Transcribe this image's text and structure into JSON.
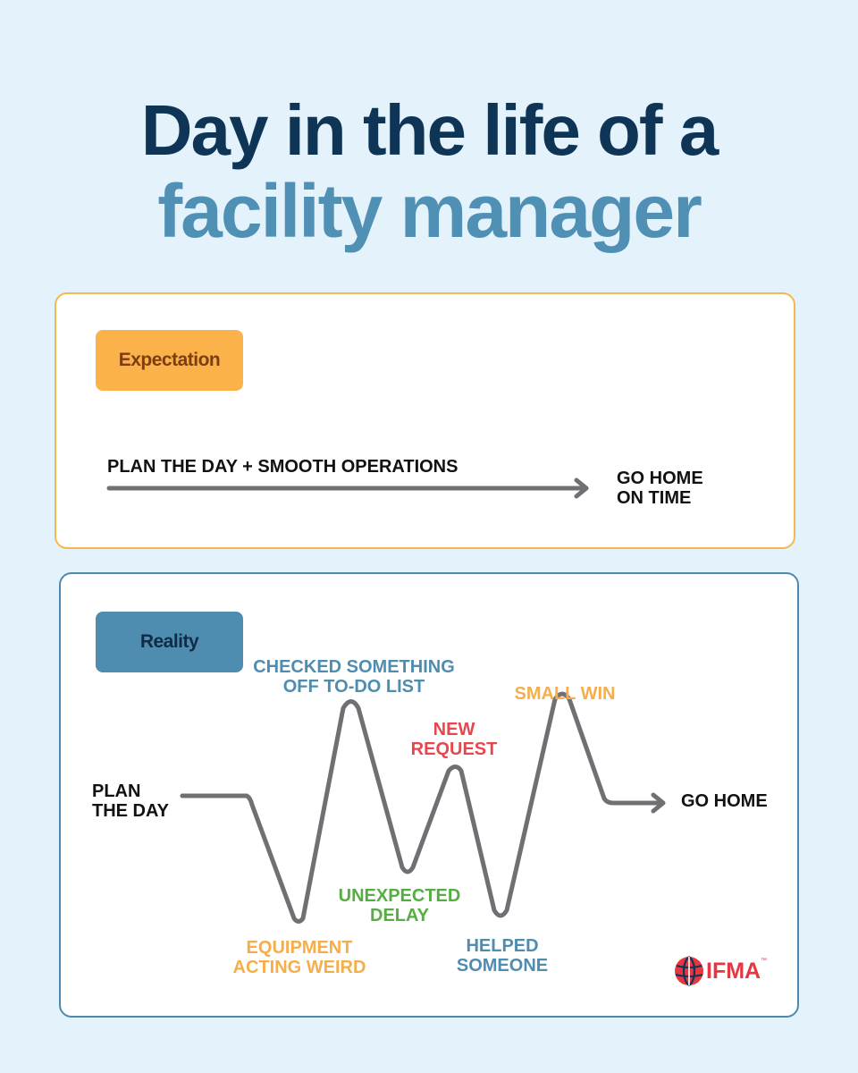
{
  "title": {
    "line1": "Day in the life of a",
    "line2": "facility manager"
  },
  "colors": {
    "background": "#e4f2fb",
    "navy": "#0f3556",
    "blue": "#4f8db0",
    "orange": "#fbb24a",
    "red": "#e8464e",
    "green": "#55ad43",
    "line": "#6e7074"
  },
  "expectation": {
    "badge": "Expectation",
    "path_label": "PLAN THE DAY + SMOOTH OPERATIONS",
    "end_label": "GO HOME\nON TIME"
  },
  "reality": {
    "badge": "Reality",
    "start_label": "PLAN\nTHE DAY",
    "end_label": "GO HOME",
    "events": [
      {
        "text": "EQUIPMENT\nACTING WEIRD",
        "color": "orange"
      },
      {
        "text": "CHECKED SOMETHING\nOFF TO-DO LIST",
        "color": "blue"
      },
      {
        "text": "UNEXPECTED\nDELAY",
        "color": "green"
      },
      {
        "text": "NEW\nREQUEST",
        "color": "red"
      },
      {
        "text": "HELPED\nSOMEONE",
        "color": "blue"
      },
      {
        "text": "SMALL WIN",
        "color": "orange"
      }
    ]
  },
  "logo": {
    "text": "IFMA",
    "mark": "™",
    "icon": "globe-icon"
  }
}
